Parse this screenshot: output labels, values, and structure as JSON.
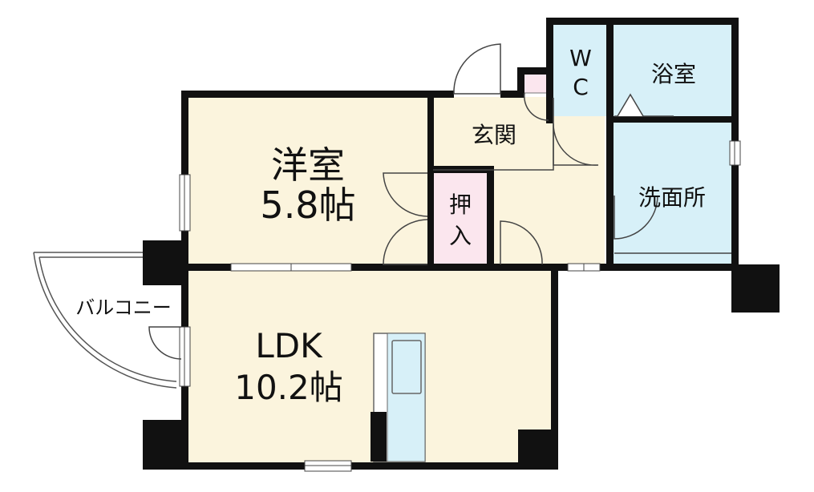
{
  "colors": {
    "wall": "#111111",
    "room_fill": "#fbf4dd",
    "wet_fill": "#d7f0f8",
    "closet_fill": "#fbe6ee",
    "kitchen_fill": "#d7f0f8",
    "line": "#444444",
    "background": "#ffffff"
  },
  "rooms": {
    "western": {
      "name": "洋室",
      "size": "5.8帖"
    },
    "ldk": {
      "name": "LDK",
      "size": "10.2帖"
    },
    "entrance": {
      "name": "玄関"
    },
    "closet": {
      "line1": "押",
      "line2": "入"
    },
    "wc": {
      "line1": "W",
      "line2": "C"
    },
    "bath": {
      "name": "浴室"
    },
    "washroom": {
      "name": "洗面所"
    },
    "balcony": {
      "name": "バルコニー"
    }
  }
}
